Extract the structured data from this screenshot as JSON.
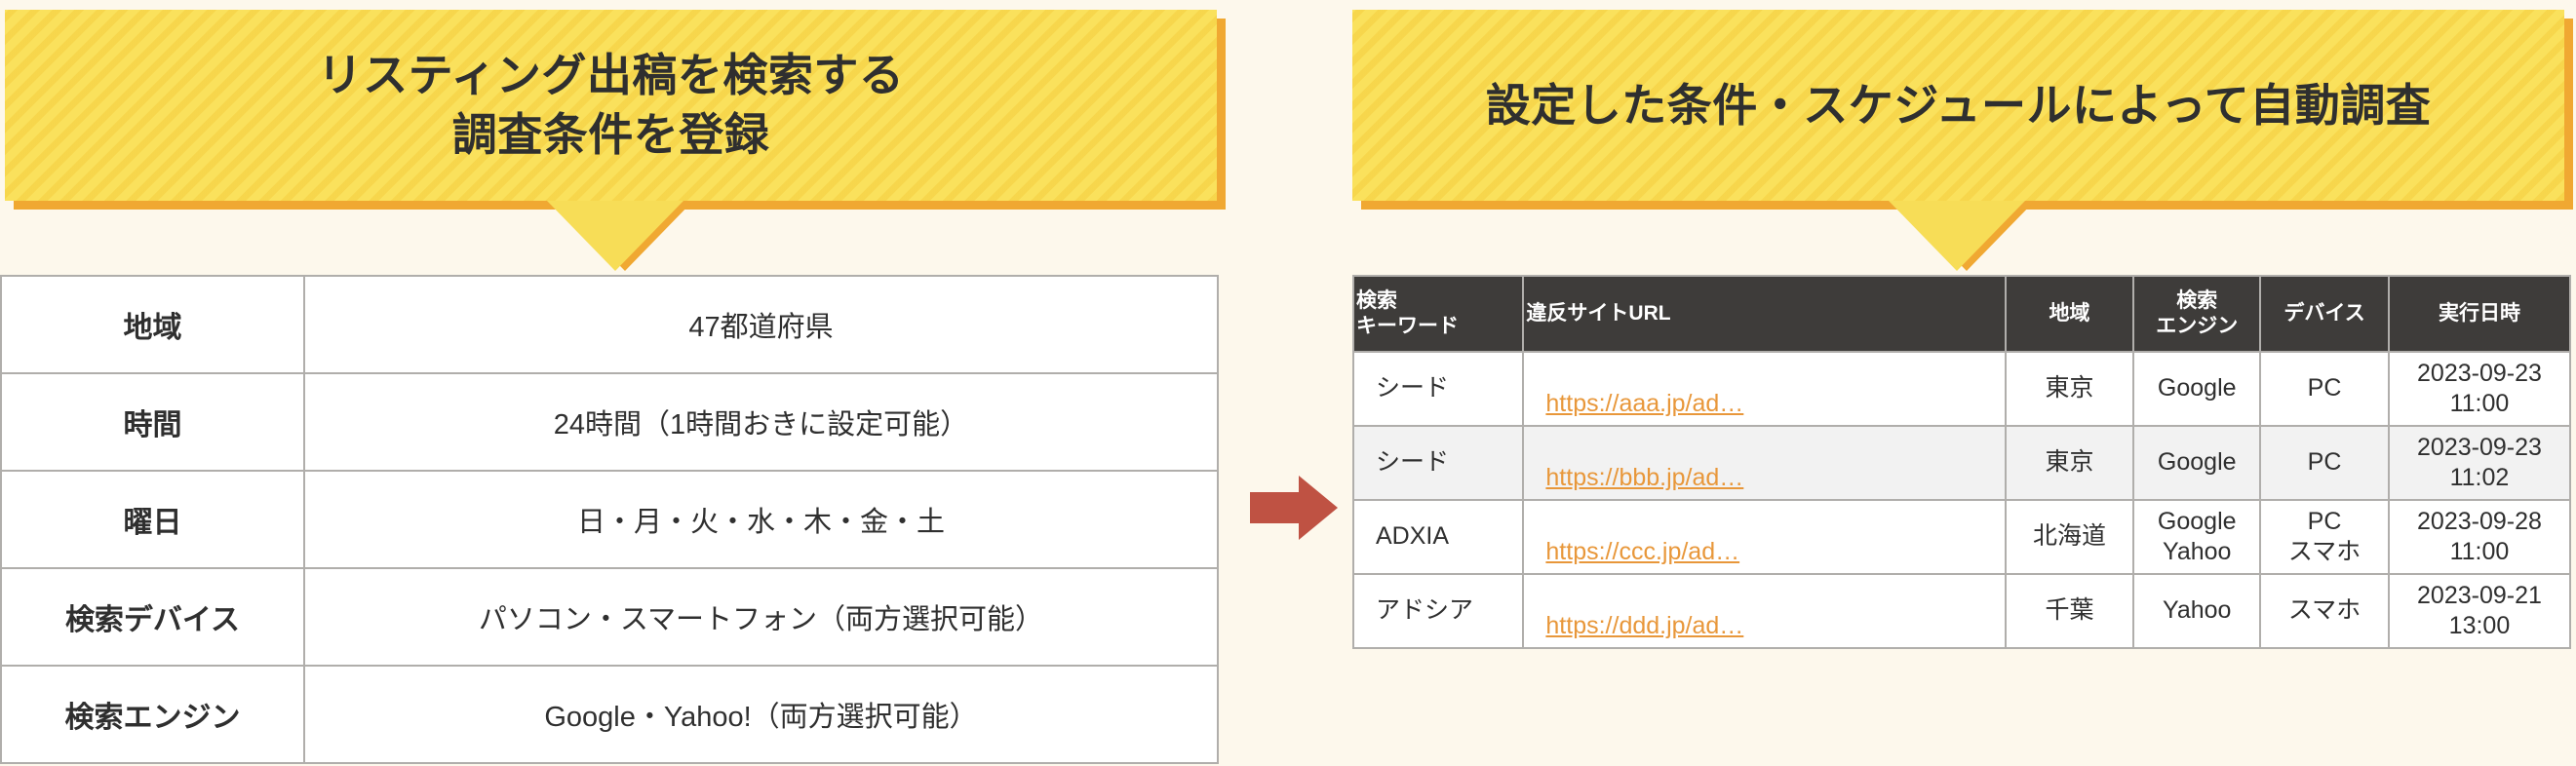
{
  "colors": {
    "page_background": "#fdf8ec",
    "banner_fill": "#fae15c",
    "banner_shadow": "#f0a832",
    "banner_text": "#2f2f2f",
    "arrow": "#bf5243",
    "table_border": "#b0aeab",
    "header_background": "#3e3c3a",
    "header_text": "#ffffff",
    "link": "#e8973a",
    "row_alt_background": "#f2f2f2"
  },
  "left_panel": {
    "banner": {
      "title": "リスティング出稿を検索する\n調査条件を登録"
    },
    "spec_table": {
      "rows": [
        {
          "label": "地域",
          "value": "47都道府県"
        },
        {
          "label": "時間",
          "value": "24時間（1時間おきに設定可能）"
        },
        {
          "label": "曜日",
          "value": "日・月・火・水・木・金・土"
        },
        {
          "label": "検索デバイス",
          "value": "パソコン・スマートフォン（両方選択可能）"
        },
        {
          "label": "検索エンジン",
          "value": "Google・Yahoo!（両方選択可能）"
        }
      ]
    }
  },
  "connector": {
    "icon": "arrow-right-icon"
  },
  "right_panel": {
    "banner": {
      "title": "設定した条件・スケジュールによって自動調査"
    },
    "result_table": {
      "headers": [
        "検索\nキーワード",
        "違反サイトURL",
        "地域",
        "検索\nエンジン",
        "デバイス",
        "実行日時"
      ],
      "rows": [
        {
          "keyword": "シード",
          "url": "https://aaa.jp/ad…",
          "area": "東京",
          "engine": "Google",
          "device": "PC",
          "datetime": "2023-09-23\n11:00"
        },
        {
          "keyword": "シード",
          "url": "https://bbb.jp/ad…",
          "area": "東京",
          "engine": "Google",
          "device": "PC",
          "datetime": "2023-09-23\n11:02"
        },
        {
          "keyword": "ADXIA",
          "url": "https://ccc.jp/ad…",
          "area": "北海道",
          "engine": "Google\nYahoo",
          "device": "PC\nスマホ",
          "datetime": "2023-09-28\n11:00"
        },
        {
          "keyword": "アドシア",
          "url": "https://ddd.jp/ad…",
          "area": "千葉",
          "engine": "Yahoo",
          "device": "スマホ",
          "datetime": "2023-09-21\n13:00"
        }
      ]
    }
  }
}
